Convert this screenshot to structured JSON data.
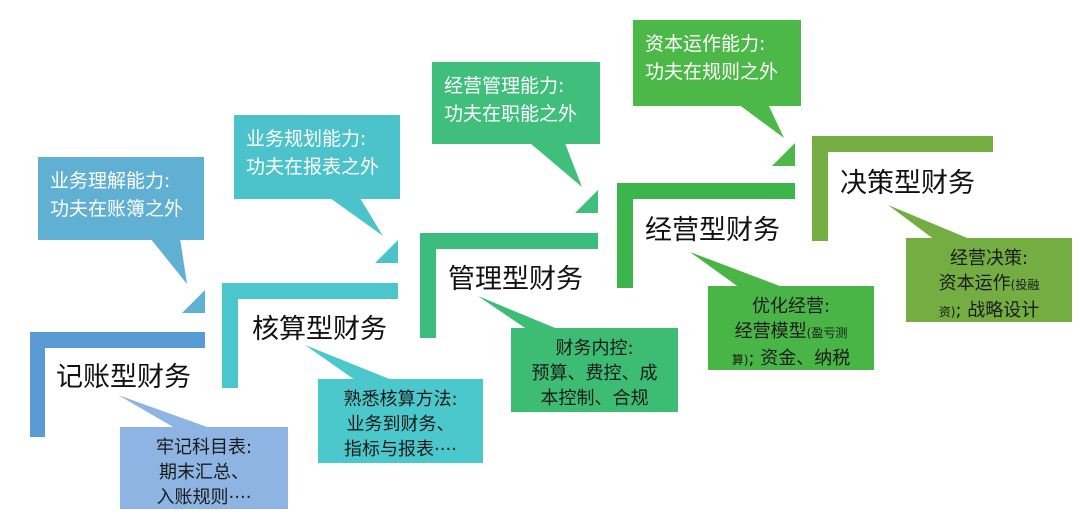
{
  "stages": [
    {
      "title": "记账型财务",
      "color": "#5b9bd5",
      "callout": {
        "line1": "业务理解能力:",
        "line2": "功夫在账簿之外",
        "color": "#5fb0d2"
      },
      "box": {
        "line1": "牢记科目表:",
        "line2": "期末汇总、",
        "line3": "入账规则····",
        "color": "#8db4e2"
      }
    },
    {
      "title": "核算型财务",
      "color": "#4bc6cc",
      "callout": {
        "line1": "业务规划能力:",
        "line2": "功夫在报表之外",
        "color": "#4cc3ca"
      },
      "box": {
        "line1": "熟悉核算方法:",
        "line2": "业务到财务、",
        "line3": "指标与报表····",
        "color": "#4bc8cc"
      }
    },
    {
      "title": "管理型财务",
      "color": "#3dbd7d",
      "callout": {
        "line1": "经营管理能力:",
        "line2": "功夫在职能之外",
        "color": "#3fbf7b"
      },
      "box": {
        "line1": "财务内控:",
        "line2": "预算、费控、成",
        "line3": "本控制、合规",
        "color": "#3dbd73"
      }
    },
    {
      "title": "经营型财务",
      "color": "#3cb54a",
      "callout": {
        "line1": "资本运作能力:",
        "line2": "功夫在规则之外",
        "color": "#4cb847"
      },
      "box": {
        "line1": "优化经营:",
        "line2a": "经营模型",
        "line2b": "(盈亏测",
        "line3a": "算)",
        "line3b": "; 资金、纳税",
        "color": "#49b546"
      }
    },
    {
      "title": "决策型财务",
      "color": "#74ad42",
      "box": {
        "line1": "经营决策:",
        "line2a": "资本运作",
        "line2b": "(投融",
        "line3a": "资)",
        "line3b": "; 战略设计",
        "color": "#74ad42"
      }
    }
  ]
}
